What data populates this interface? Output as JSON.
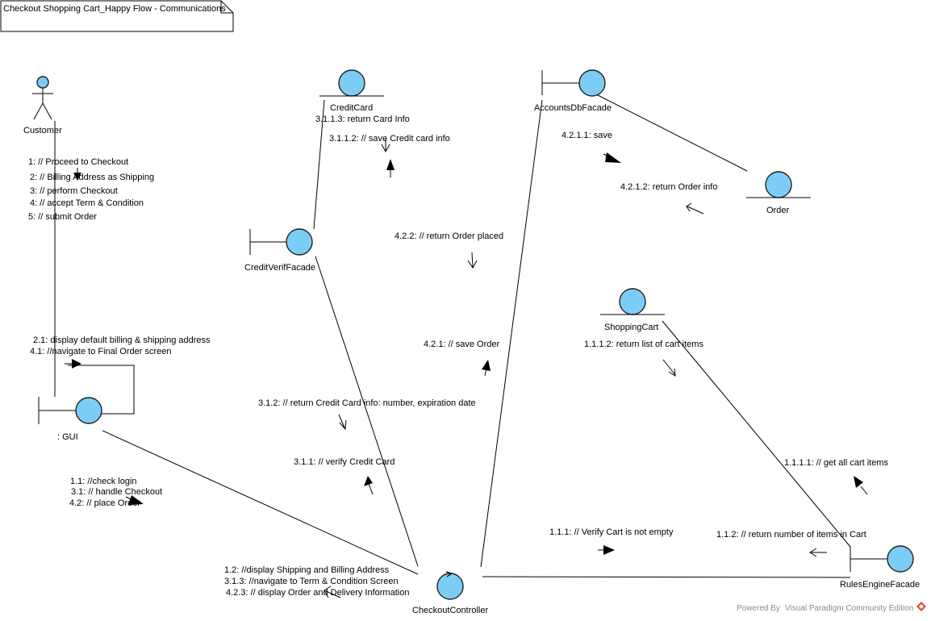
{
  "frame": {
    "title": "Checkout Shopping Cart_Happy Flow - Communications"
  },
  "nodes": {
    "customer": "Customer",
    "gui": ": GUI",
    "credit_card": "CreditCard",
    "credit_verif_facade": "CreditVerifFacade",
    "accounts_db_facade": "AccountsDbFacade",
    "order": "Order",
    "shopping_cart": "ShoppingCart",
    "checkout_controller": "CheckoutController",
    "rules_engine_facade": "RulesEngineFacade"
  },
  "messages": {
    "customer_gui": [
      "1: // Proceed to Checkout",
      "2: // Billing Address as Shipping",
      "3: // perform Checkout",
      "4: // accept Term & Condition",
      "5: // submit Order"
    ],
    "gui_self": [
      "2.1: display default billing & shipping address",
      "4.1: //navigate to Final Order screen"
    ],
    "gui_controller": [
      "1.1: //check login",
      "3.1: // handle Checkout",
      "4.2: // place Order"
    ],
    "controller_gui": [
      "1.2: //display Shipping and Billing Address",
      "3.1.3: //navigate to Term & Condition Screen",
      "4.2.3: // display Order and Delivery Information"
    ],
    "creditcard_return": "3.1.1.3: return Card Info",
    "creditcard_save": "3.1.1.2: // save Credit card info",
    "verify_credit_card": "3.1.1: // verify Credit Card",
    "return_credit_info": "3.1.2: // return Credit Card info: number, expiration date",
    "return_order_placed": "4.2.2: // return Order placed",
    "save_order": "4.2.1: // save Order",
    "order_save": "4.2.1.1: save",
    "return_order_info": "4.2.1.2: return Order info",
    "return_cart_items": "1.1.1.2: return list of cart items",
    "get_all_cart_items": "1.1.1.1: // get all cart items",
    "verify_cart": "1.1.1: // Verify Cart is not empty",
    "return_item_count": "1.1.2: // return number of items in Cart"
  },
  "watermark": {
    "prefix": "Powered By",
    "product": "Visual Paradigm Community Edition",
    "icon": "visual-paradigm-logo-icon"
  },
  "colors": {
    "object_fill": "#7ccdf5",
    "outline": "#1f1f1f",
    "watermark": "#8a8a8a",
    "logo": "#e04b3a"
  }
}
